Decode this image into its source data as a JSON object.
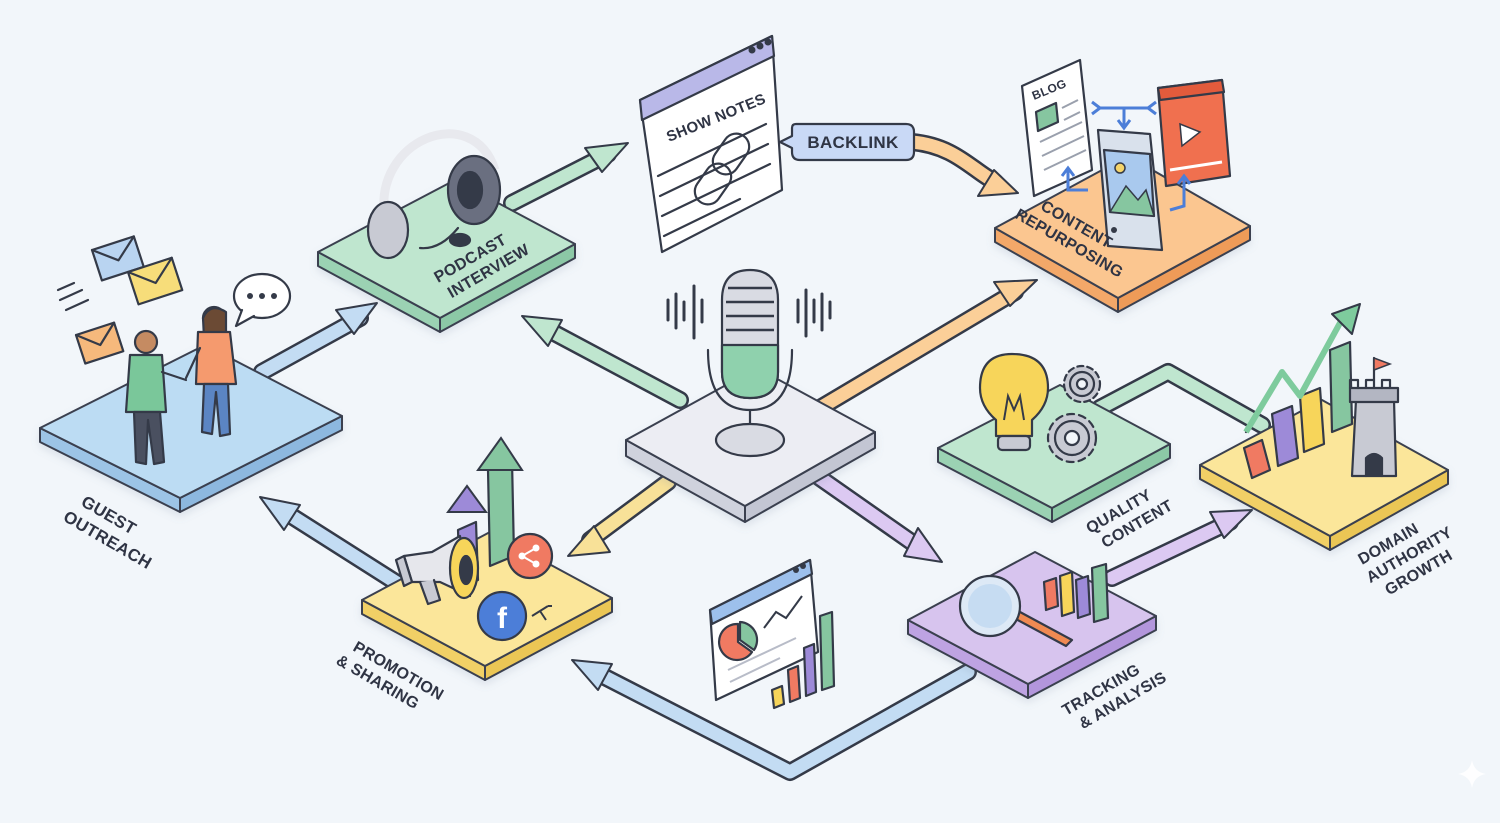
{
  "nodes": {
    "guest_outreach": [
      "GUEST",
      "OUTREACH"
    ],
    "podcast_interview": [
      "PODCAST",
      "INTERVIEW"
    ],
    "show_notes": "SHOW NOTES",
    "backlink": "BACKLINK",
    "blog": "BLOG",
    "content_repurposing": [
      "CONTENT",
      "REPURPOSING"
    ],
    "quality_content": [
      "QUALITY",
      "CONTENT"
    ],
    "domain_authority": [
      "DOMAIN",
      "AUTHORITY",
      "GROWTH"
    ],
    "promotion_sharing": [
      "PROMOTION",
      "& SHARING"
    ],
    "tracking_analysis": [
      "TRACKING",
      "& ANALYSIS"
    ]
  },
  "colors": {
    "background": "#f2f6fa",
    "blue_tile": "#bcdcf3",
    "green_tile": "#bfe6cf",
    "orange_tile": "#fbc690",
    "yellow_tile": "#fbe69a",
    "purple_tile": "#d7c4ee",
    "center_tile": "#ecedf3",
    "arrow_blue": "#c3dcf3",
    "arrow_green": "#bfe6cf",
    "arrow_orange": "#fbcf98",
    "arrow_yellow": "#f8e198",
    "arrow_purple": "#dcc9f2"
  }
}
